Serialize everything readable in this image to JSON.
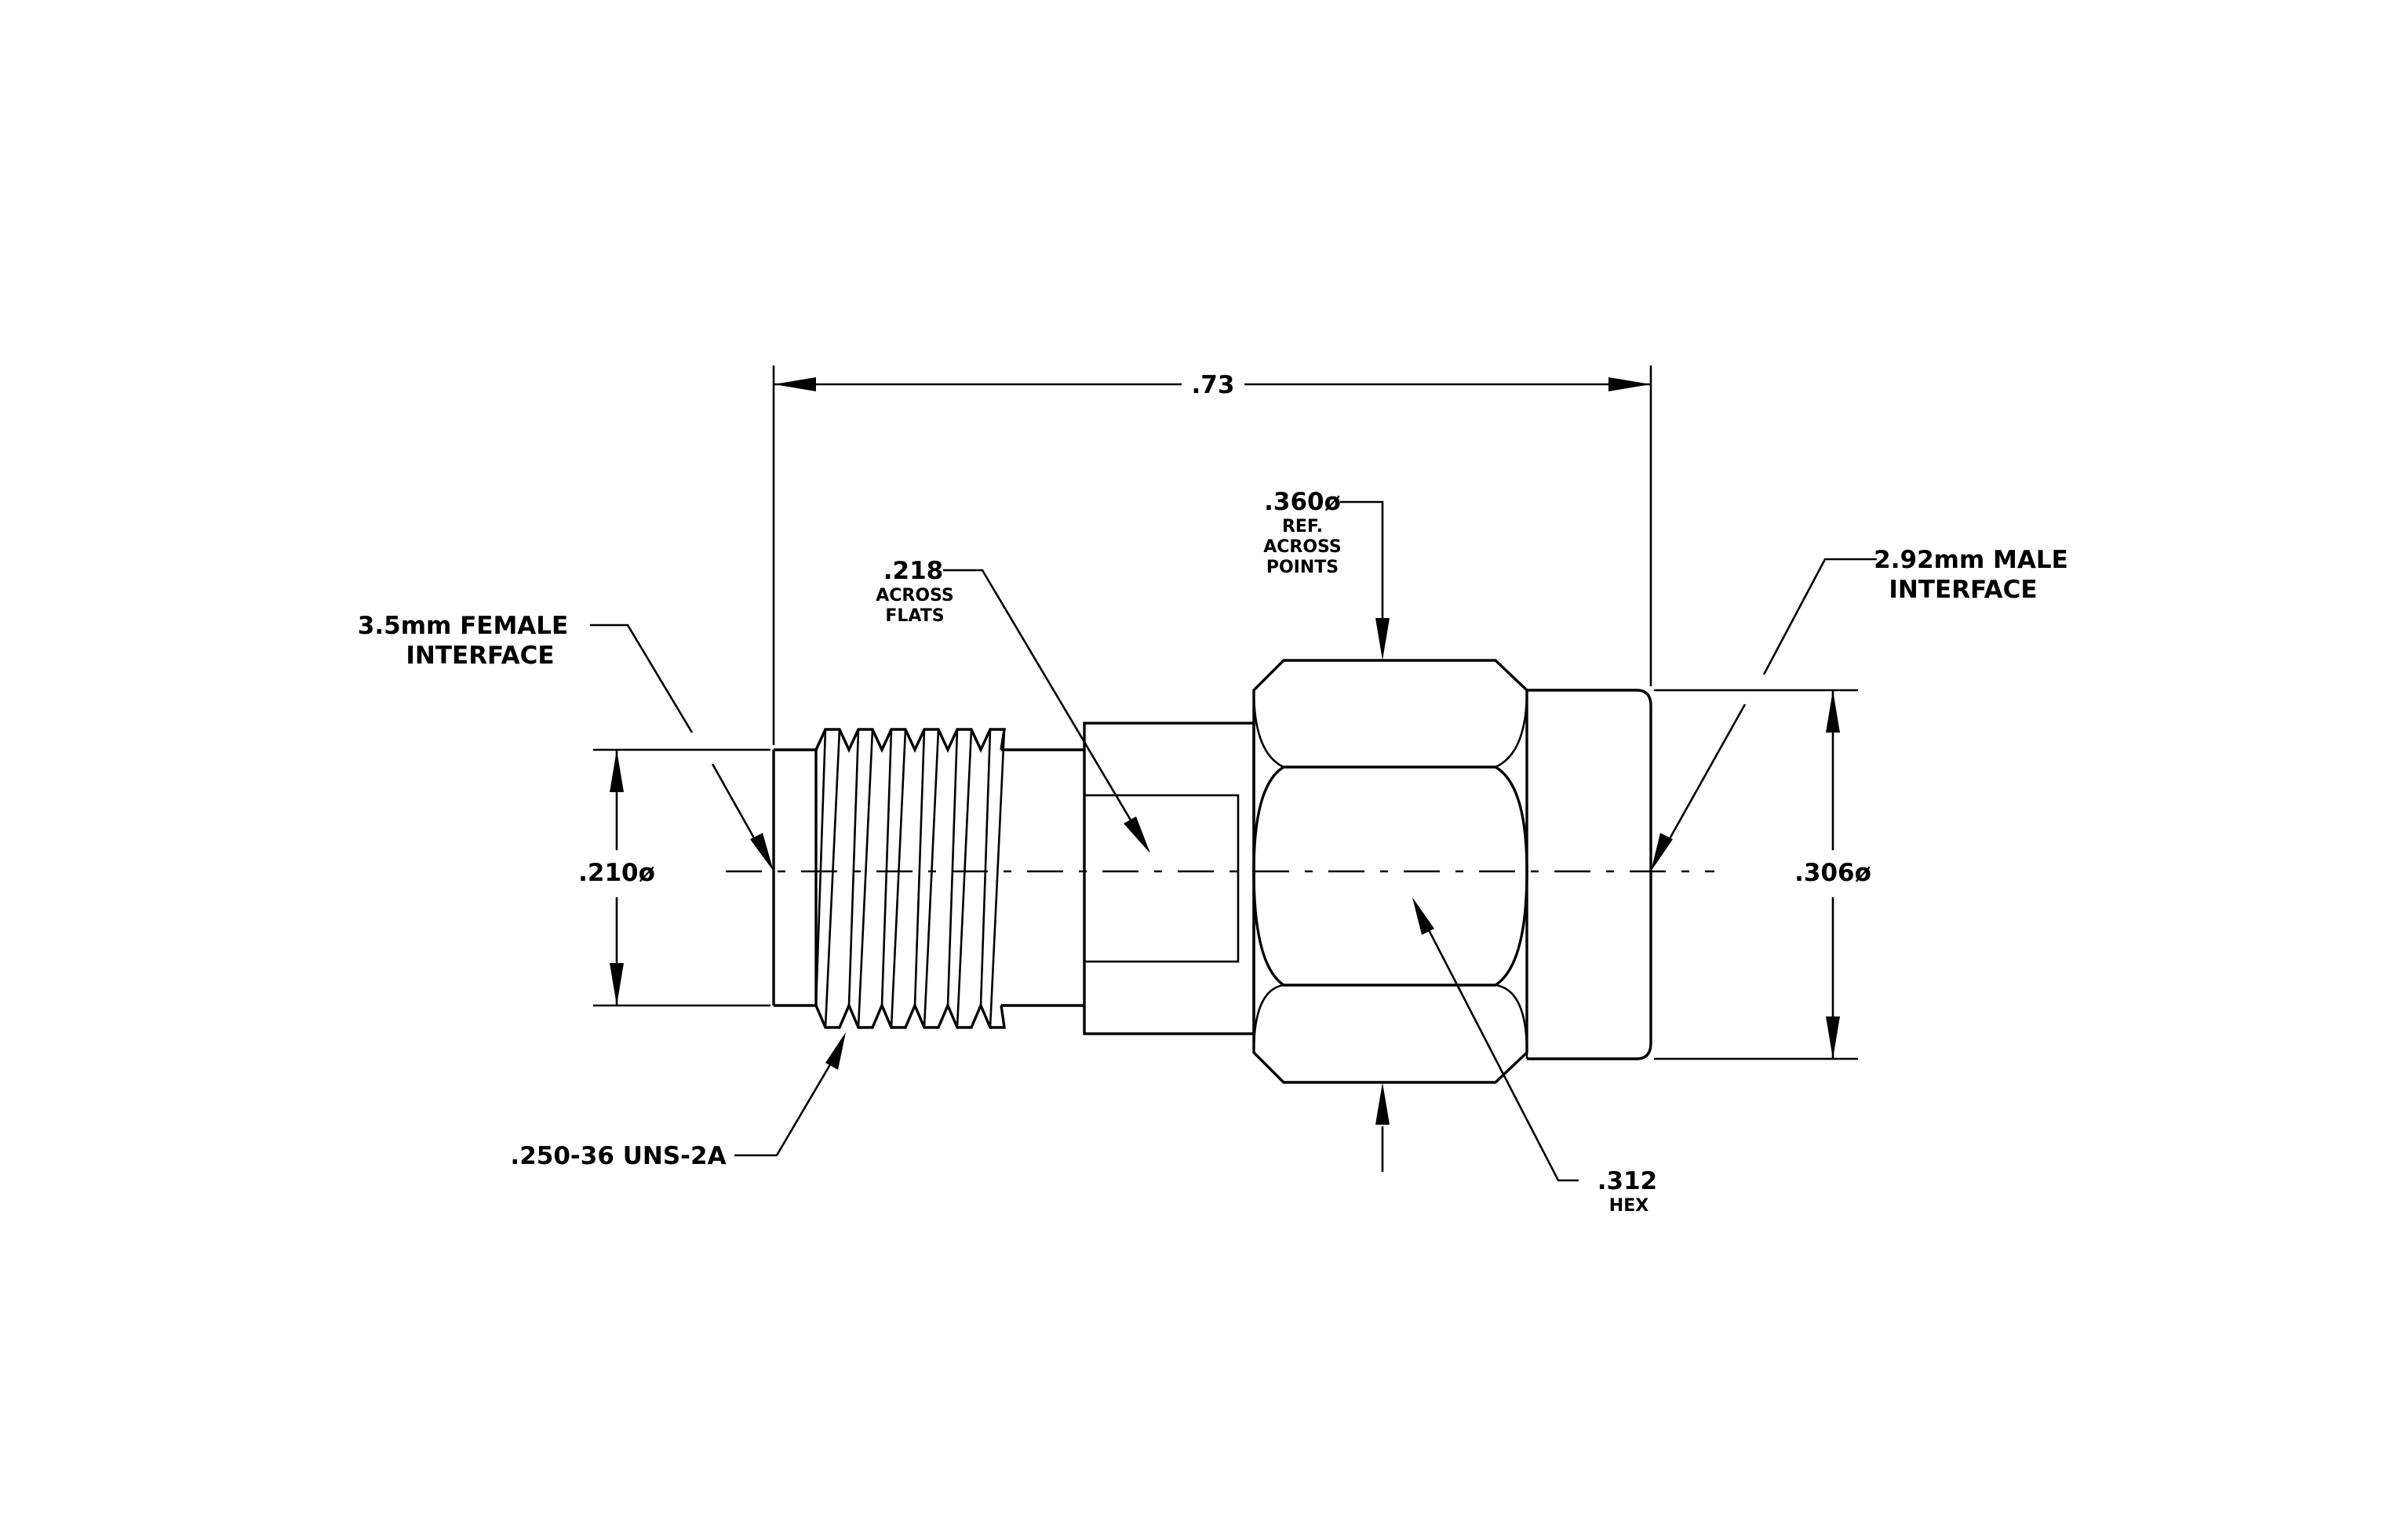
{
  "labels": {
    "overall_length": ".73",
    "left_interface_line1": "3.5mm  FEMALE",
    "left_interface_line2": "INTERFACE",
    "right_interface_line1": "2.92mm  MALE",
    "right_interface_line2": "INTERFACE",
    "flats_value": ".218",
    "flats_line1": "ACROSS",
    "flats_line2": "FLATS",
    "points_value": ".360ø",
    "points_line1": "REF.",
    "points_line2": "ACROSS",
    "points_line3": "POINTS",
    "left_diameter": ".210ø",
    "right_diameter": ".306ø",
    "thread_spec": ".250-36  UNS-2A",
    "hex_value": ".312",
    "hex_label": "HEX"
  }
}
